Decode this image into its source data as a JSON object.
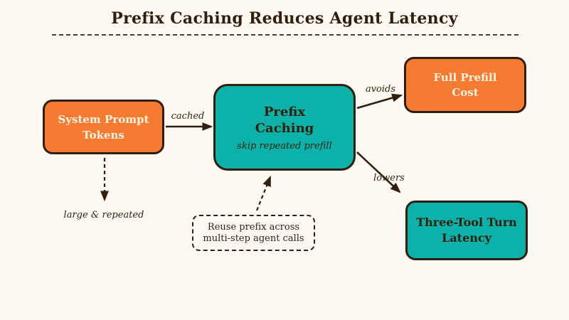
{
  "title": "Prefix Caching Reduces Agent Latency",
  "nodes": {
    "system_prompt": {
      "line1": "System Prompt",
      "line2": "Tokens"
    },
    "prefix_caching": {
      "line1": "Prefix",
      "line2": "Caching",
      "subtitle": "skip repeated prefill"
    },
    "full_prefill": {
      "line1": "Full Prefill",
      "line2": "Cost"
    },
    "three_tool": {
      "line1": "Three-Tool Turn",
      "line2": "Latency"
    },
    "note": {
      "line1": "Reuse prefix across",
      "line2": "multi-step agent calls"
    }
  },
  "edge_labels": {
    "cached": "cached",
    "avoids": "avoids",
    "lowers": "lowers"
  },
  "annotations": {
    "large_repeated": "large & repeated"
  },
  "colors": {
    "background": "#FDF9F2",
    "node_orange": "#F57B32",
    "node_teal": "#0CB2AA",
    "ink": "#311E0D",
    "cream_text": "#FBF2E0"
  }
}
